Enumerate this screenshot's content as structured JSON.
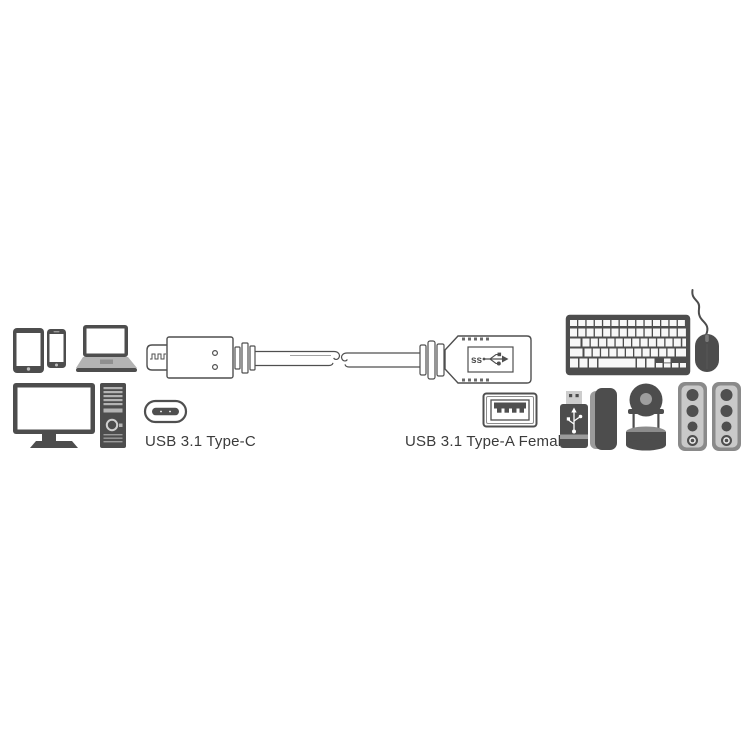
{
  "diagram": {
    "left_label": "USB 3.1 Type-C",
    "right_label": "USB 3.1 Type-A Female",
    "ss_logo_text": "ss",
    "colors": {
      "device_gray": "#4d4d4d",
      "device_light_gray": "#b3b3b3",
      "line_art_gray": "#4f4f4f",
      "label_text": "#3b3b3b",
      "background": "#ffffff"
    },
    "left_device_icons": [
      "tablet",
      "smartphone",
      "laptop",
      "monitor",
      "desktop-tower"
    ],
    "right_device_icons": [
      "keyboard",
      "mouse",
      "usb-flash-drive",
      "power-bank",
      "webcam",
      "speaker-left",
      "speaker-right"
    ]
  }
}
